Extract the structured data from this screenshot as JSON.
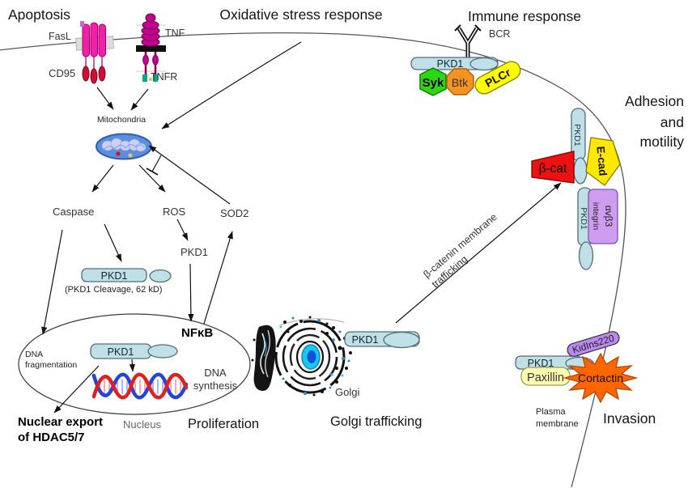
{
  "labels": {
    "apoptosis": "Apoptosis",
    "oxidative_stress": "Oxidative stress response",
    "immune_response": "Immune response",
    "adhesion_1": "Adhesion",
    "adhesion_2": "and",
    "adhesion_3": "motility",
    "invasion": "Invasion",
    "proliferation": "Proliferation",
    "golgi_trafficking": "Golgi trafficking",
    "nuclear_export_1": "Nuclear export",
    "nuclear_export_2": "of HDAC5/7",
    "fasl": "FasL",
    "cd95": "CD95",
    "tnf": "TNF",
    "tnfr": "TNFR",
    "bcr": "BCR",
    "mitochondria": "Mitochondria",
    "caspase": "Caspase",
    "ros": "ROS",
    "sod2": "SOD2",
    "pkd1": "PKD1",
    "cleavage_caption": "(PKD1 Cleavage,  62 kD)",
    "nfkb": "NFκB",
    "dna_frag_1": "DNA",
    "dna_frag_2": "fragmentation",
    "dna_synth_1": "DNA",
    "dna_synth_2": "synthesis",
    "nucleus": "Nucleus",
    "golgi": "Golgi",
    "plasma_membrane_1": "Plasma",
    "plasma_membrane_2": "membrane",
    "trafficking_1": "β-catenin membrane",
    "trafficking_2": "trafficking",
    "syk": "Syk",
    "btk": "Btk",
    "plcr": "PLCr",
    "ecad": "E-cad",
    "bcat": "β-cat",
    "integrin": "integrin",
    "avb3": "αvβ3",
    "kidins220": "KidIns220",
    "paxillin": "Paxillin",
    "cortactin": "Cortactin"
  },
  "colors": {
    "pkd1_fill": "#bfe0e6",
    "syk": "#2cd611",
    "btk": "#f59322",
    "plcr": "#ffff00",
    "ecad": "#ffe800",
    "bcat": "#ee1111",
    "integrin": "#cf9df0",
    "kidins220": "#bb88ee",
    "paxillin": "#ffffb3",
    "cortactin": "#ff6600",
    "mitochondria": "#5b8ede",
    "golgi_lumen": "#18c8f0",
    "dna_red": "#e02020",
    "dna_blue": "#2244dd",
    "receptor_pink": "#ee22aa",
    "receptor_magenta": "#c0028c"
  }
}
